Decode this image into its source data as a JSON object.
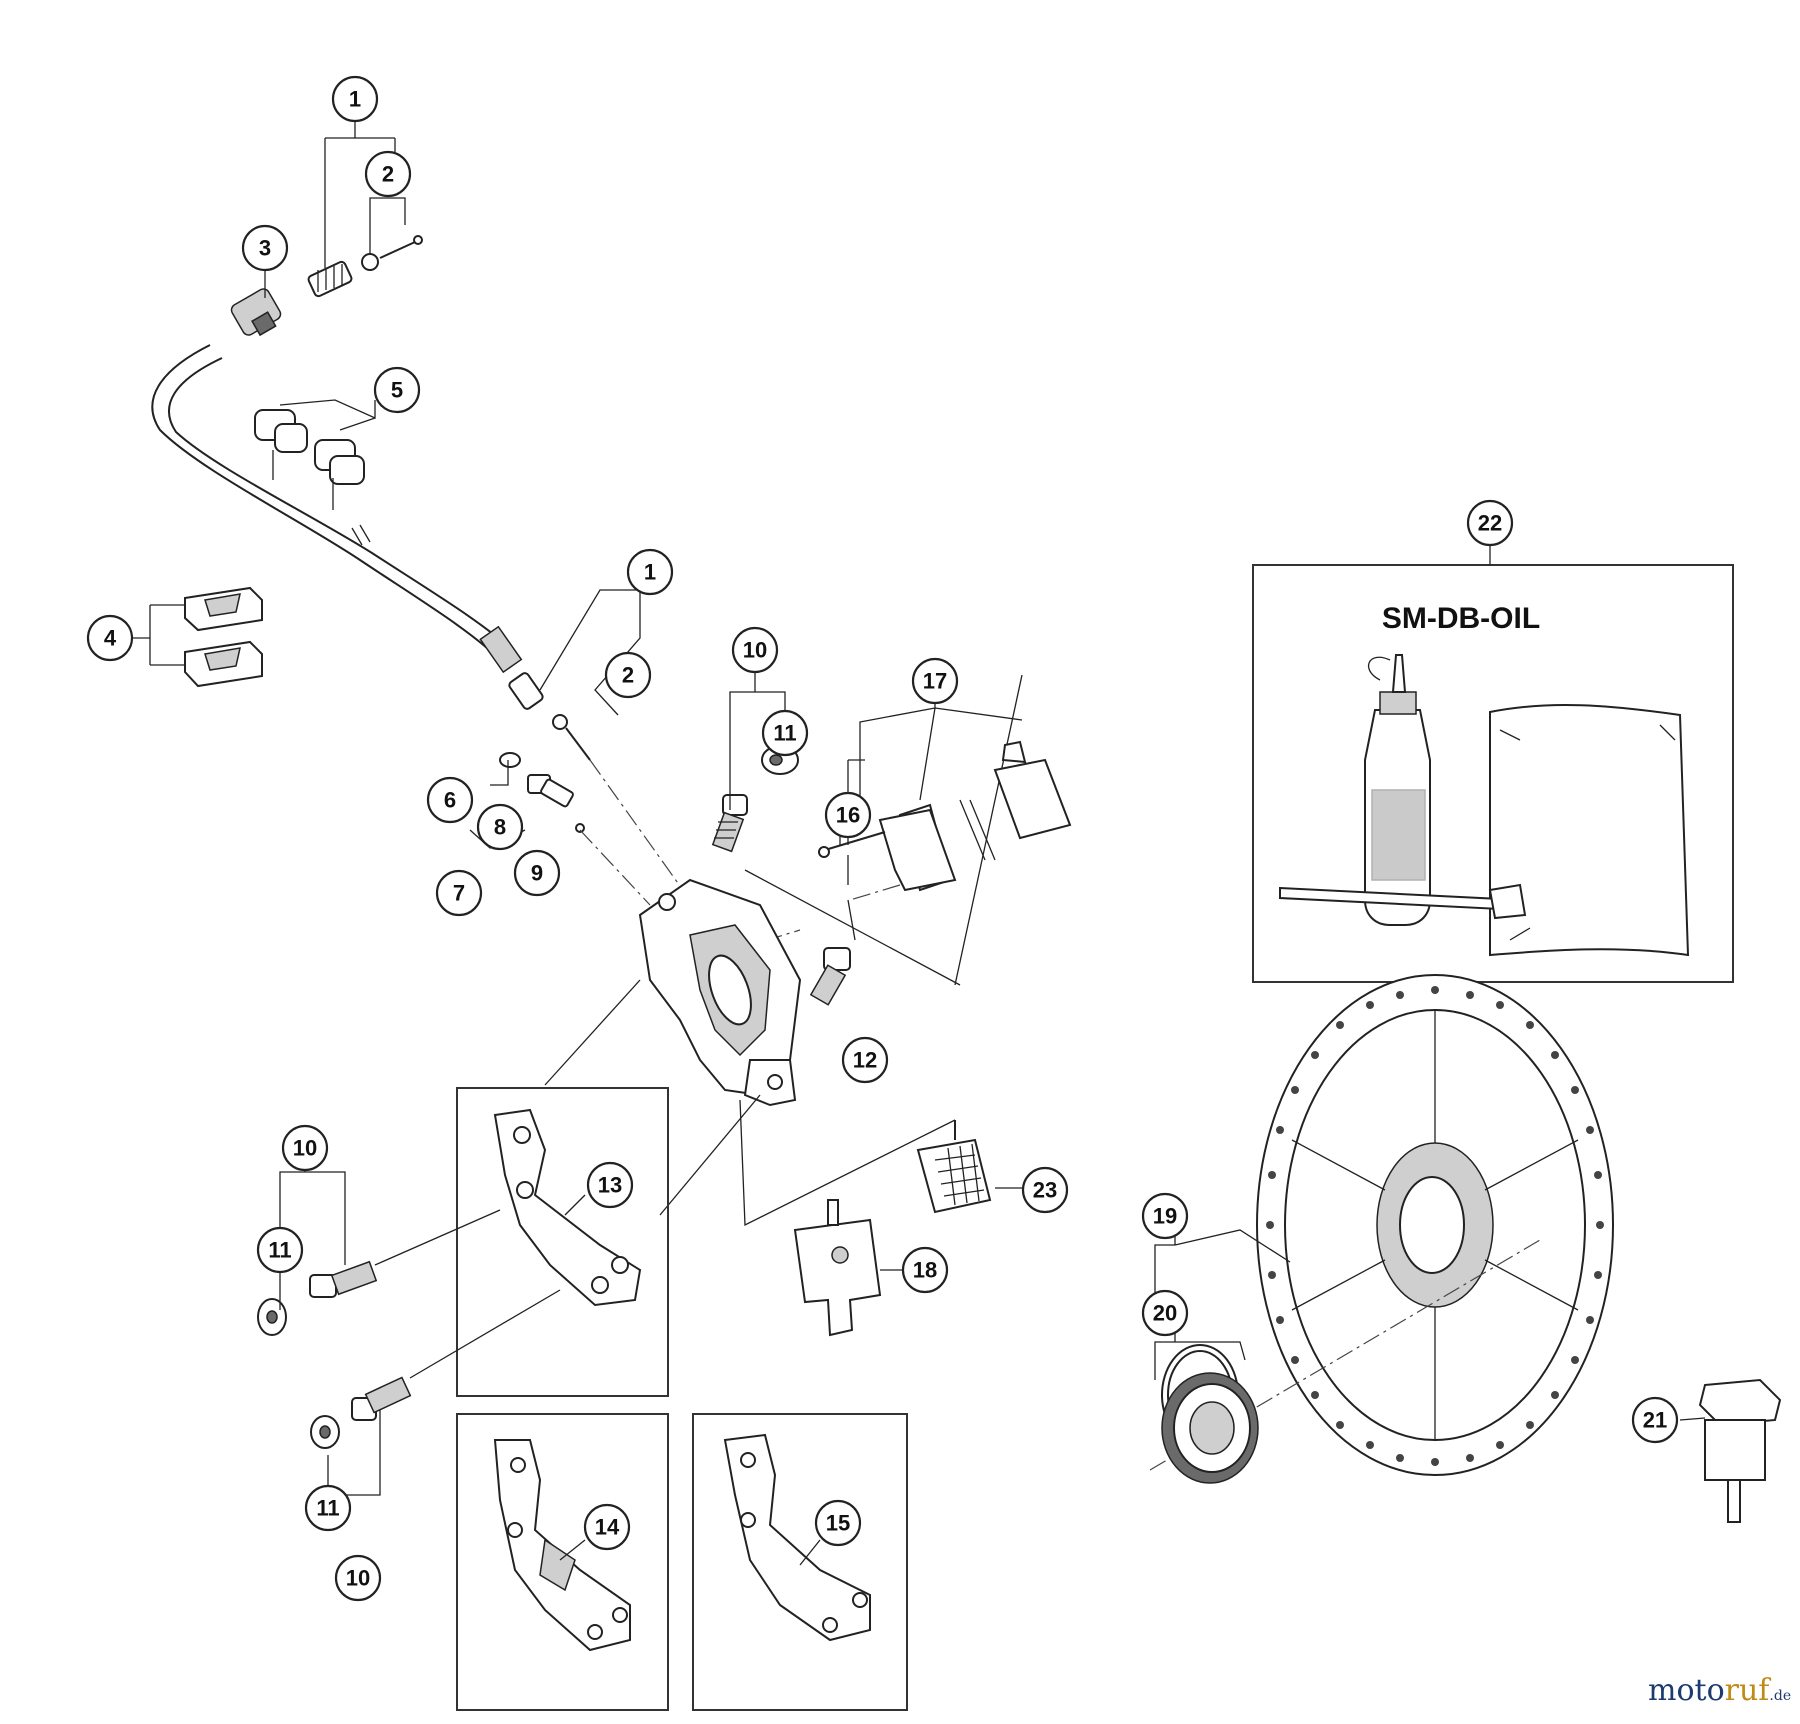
{
  "callouts": {
    "c1a": "1",
    "c2a": "2",
    "c3": "3",
    "c4": "4",
    "c5": "5",
    "c1b": "1",
    "c2b": "2",
    "c6": "6",
    "c7": "7",
    "c8": "8",
    "c9": "9",
    "c10a": "10",
    "c11a": "11",
    "c12": "12",
    "c16": "16",
    "c17": "17",
    "c10b": "10",
    "c11b": "11",
    "c13": "13",
    "c23": "23",
    "c18": "18",
    "c11c": "11",
    "c10c": "10",
    "c14": "14",
    "c15": "15",
    "c19": "19",
    "c20": "20",
    "c21": "21",
    "c22": "22"
  },
  "oil_kit": {
    "label": "SM-DB-OIL"
  },
  "watermark": {
    "part1": "moto",
    "part2": "ruf",
    "tld": ".de"
  }
}
